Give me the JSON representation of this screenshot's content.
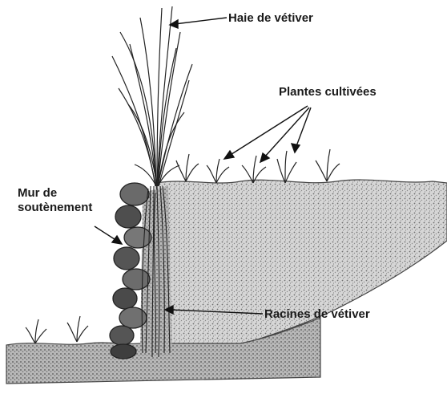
{
  "labels": {
    "hedge": "Haie de vétiver",
    "crops": "Plantes cultivées",
    "wall_line1": "Mur de",
    "wall_line2": "soutènement",
    "roots": "Racines de vétiver"
  },
  "colors": {
    "ink": "#1a1a1a",
    "soil": "#9a9a9a",
    "stone": "#555555",
    "background": "#ffffff"
  }
}
